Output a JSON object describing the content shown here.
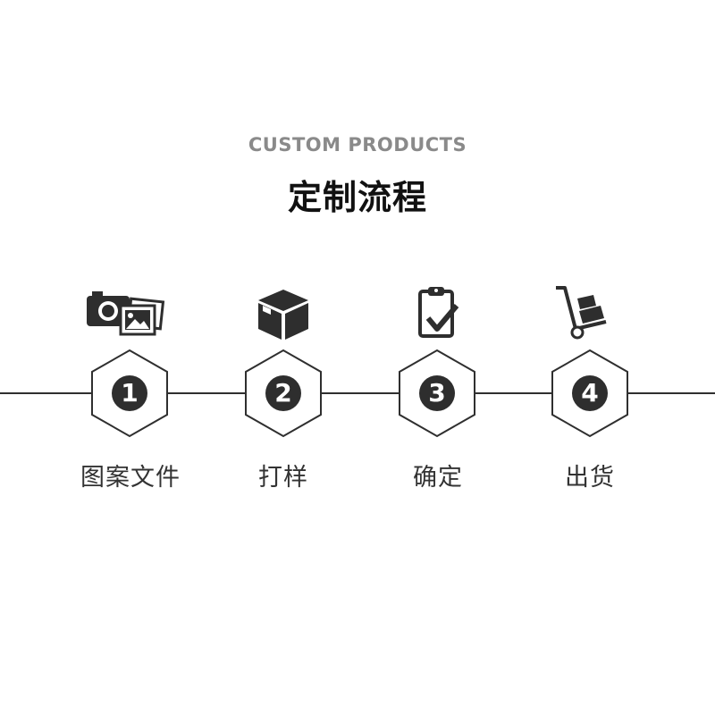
{
  "header": {
    "subtitle": "CUSTOM PRODUCTS",
    "title": "定制流程"
  },
  "steps": [
    {
      "number": "1",
      "label": "图案文件",
      "icon": "camera-photos-icon"
    },
    {
      "number": "2",
      "label": "打样",
      "icon": "box-icon"
    },
    {
      "number": "3",
      "label": "确定",
      "icon": "clipboard-check-icon"
    },
    {
      "number": "4",
      "label": "出货",
      "icon": "hand-truck-icon"
    }
  ],
  "colors": {
    "line": "#2f2f2f",
    "circle": "#2e2e2e",
    "subtitle": "#8a8a8a",
    "title": "#111111",
    "label": "#333333"
  }
}
